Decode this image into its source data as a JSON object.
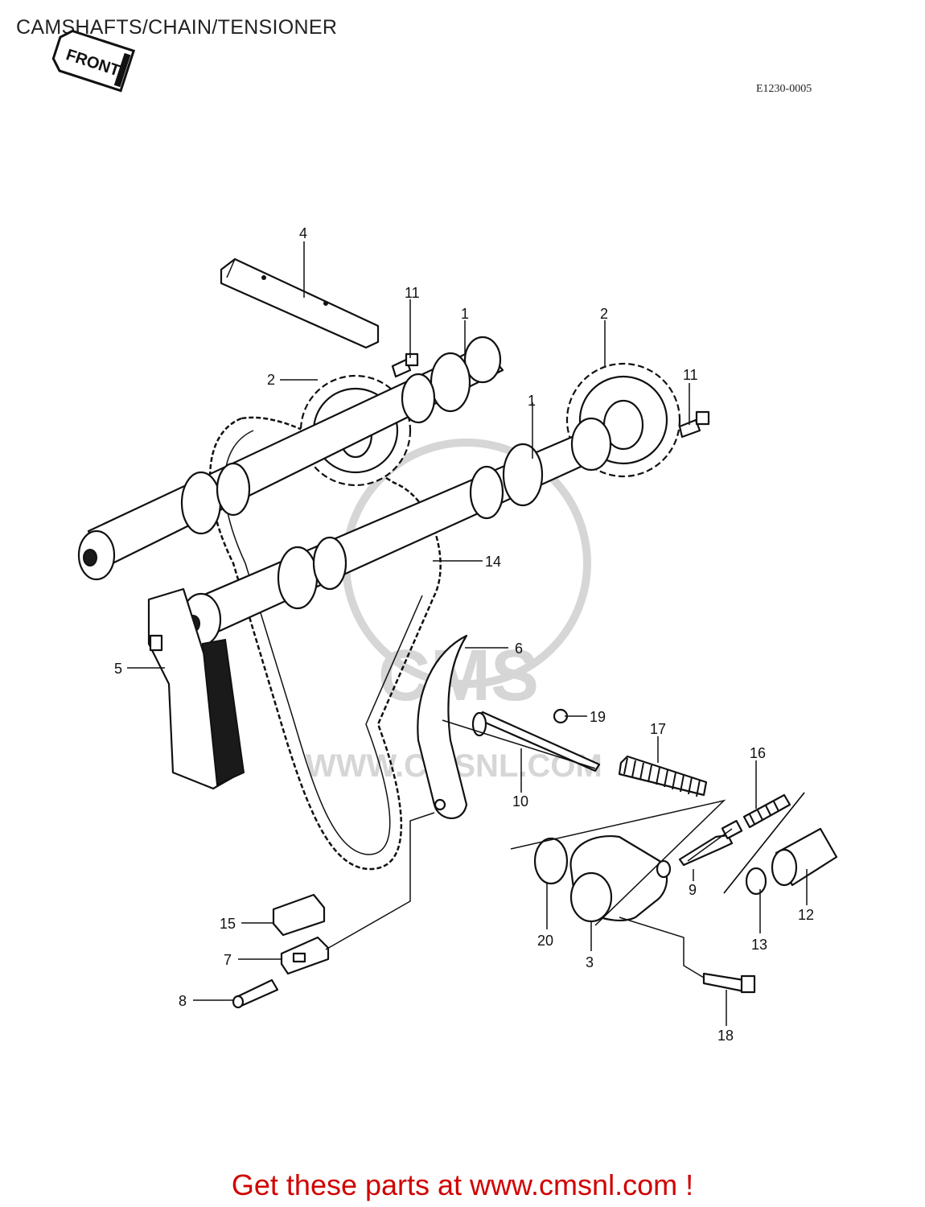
{
  "title": "CAMSHAFTS/CHAIN/TENSIONER",
  "diagram_code": "E1230-0005",
  "front_badge": "FRONT",
  "watermark": {
    "brand": "CMS",
    "url": "WWW.CMSNL.COM"
  },
  "callouts": [
    {
      "id": "callout-1a",
      "label": "1"
    },
    {
      "id": "callout-1b",
      "label": "1"
    },
    {
      "id": "callout-2a",
      "label": "2"
    },
    {
      "id": "callout-2b",
      "label": "2"
    },
    {
      "id": "callout-3",
      "label": "3"
    },
    {
      "id": "callout-4",
      "label": "4"
    },
    {
      "id": "callout-5",
      "label": "5"
    },
    {
      "id": "callout-6",
      "label": "6"
    },
    {
      "id": "callout-7",
      "label": "7"
    },
    {
      "id": "callout-8",
      "label": "8"
    },
    {
      "id": "callout-9",
      "label": "9"
    },
    {
      "id": "callout-10",
      "label": "10"
    },
    {
      "id": "callout-11a",
      "label": "11"
    },
    {
      "id": "callout-11b",
      "label": "11"
    },
    {
      "id": "callout-12",
      "label": "12"
    },
    {
      "id": "callout-13",
      "label": "13"
    },
    {
      "id": "callout-14",
      "label": "14"
    },
    {
      "id": "callout-15",
      "label": "15"
    },
    {
      "id": "callout-16",
      "label": "16"
    },
    {
      "id": "callout-17",
      "label": "17"
    },
    {
      "id": "callout-18",
      "label": "18"
    },
    {
      "id": "callout-19",
      "label": "19"
    },
    {
      "id": "callout-20",
      "label": "20"
    }
  ],
  "cta": "Get these parts at www.cmsnl.com !",
  "colors": {
    "cta": "#d00000",
    "line": "#111111",
    "watermark": "#d6d6d6"
  }
}
